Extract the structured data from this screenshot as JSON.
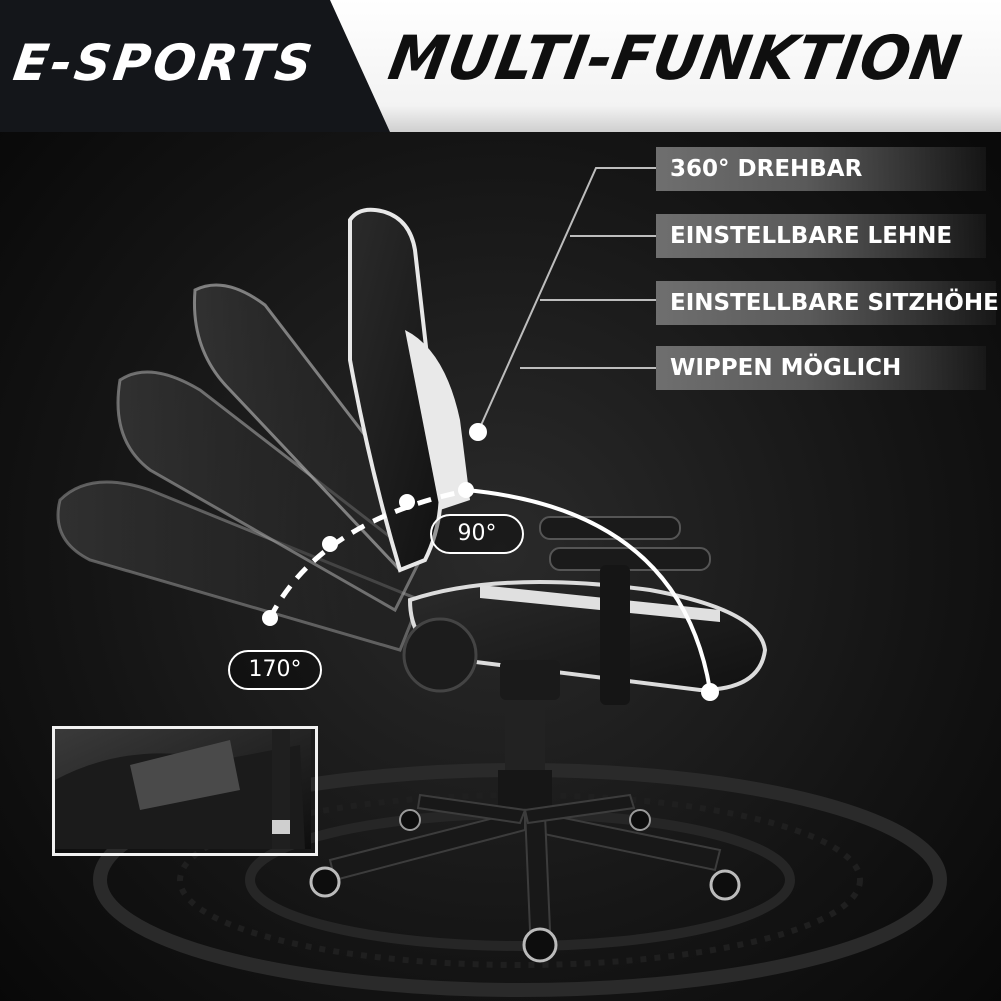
{
  "header": {
    "brand": "E-SPORTS",
    "headline": "MULTI-FUNKTION"
  },
  "features": [
    {
      "label": "360° DREHBAR"
    },
    {
      "label": "EINSTELLBARE LEHNE"
    },
    {
      "label": "EINSTELLBARE SITZHÖHE"
    },
    {
      "label": "WIPPEN MÖGLICH"
    }
  ],
  "angles": {
    "upright": "90°",
    "reclined": "170°"
  },
  "colors": {
    "background": "#0c0c0c",
    "header_dark": "#14161a",
    "accent_white": "#ffffff",
    "label_gray": "#6f6f6f"
  },
  "icons": [
    "office-chair-illustration",
    "dot-marker"
  ]
}
